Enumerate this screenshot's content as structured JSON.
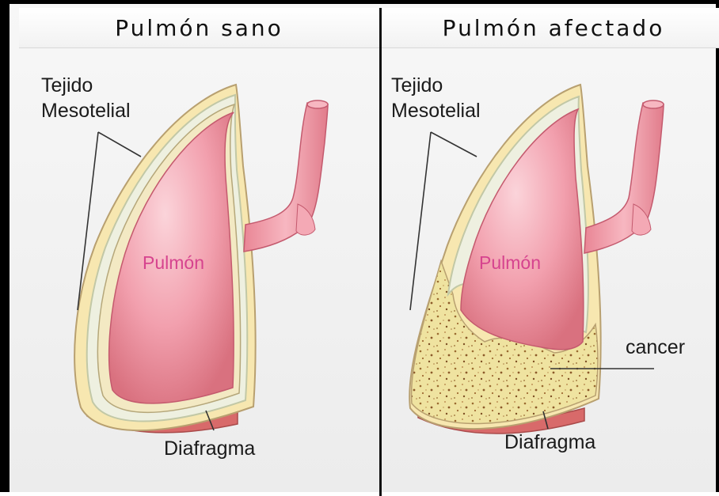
{
  "panels": {
    "left": {
      "title": "Pulmón sano",
      "tissue_label_line1": "Tejido",
      "tissue_label_line2": "Mesotelial",
      "lung_label": "Pulmón",
      "diaphragm_label": "Diafragma"
    },
    "right": {
      "title": "Pulmón afectado",
      "tissue_label_line1": "Tejido",
      "tissue_label_line2": "Mesotelial",
      "lung_label": "Pulmón",
      "cancer_label": "cancer",
      "diaphragm_label": "Diafragma"
    }
  },
  "colors": {
    "lung": "#f2a0ae",
    "pleura_outer": "#f7e7b0",
    "tumor": "#efe3a0",
    "diaphragm": "#d86a6a",
    "lung_label": "#d6438e"
  }
}
